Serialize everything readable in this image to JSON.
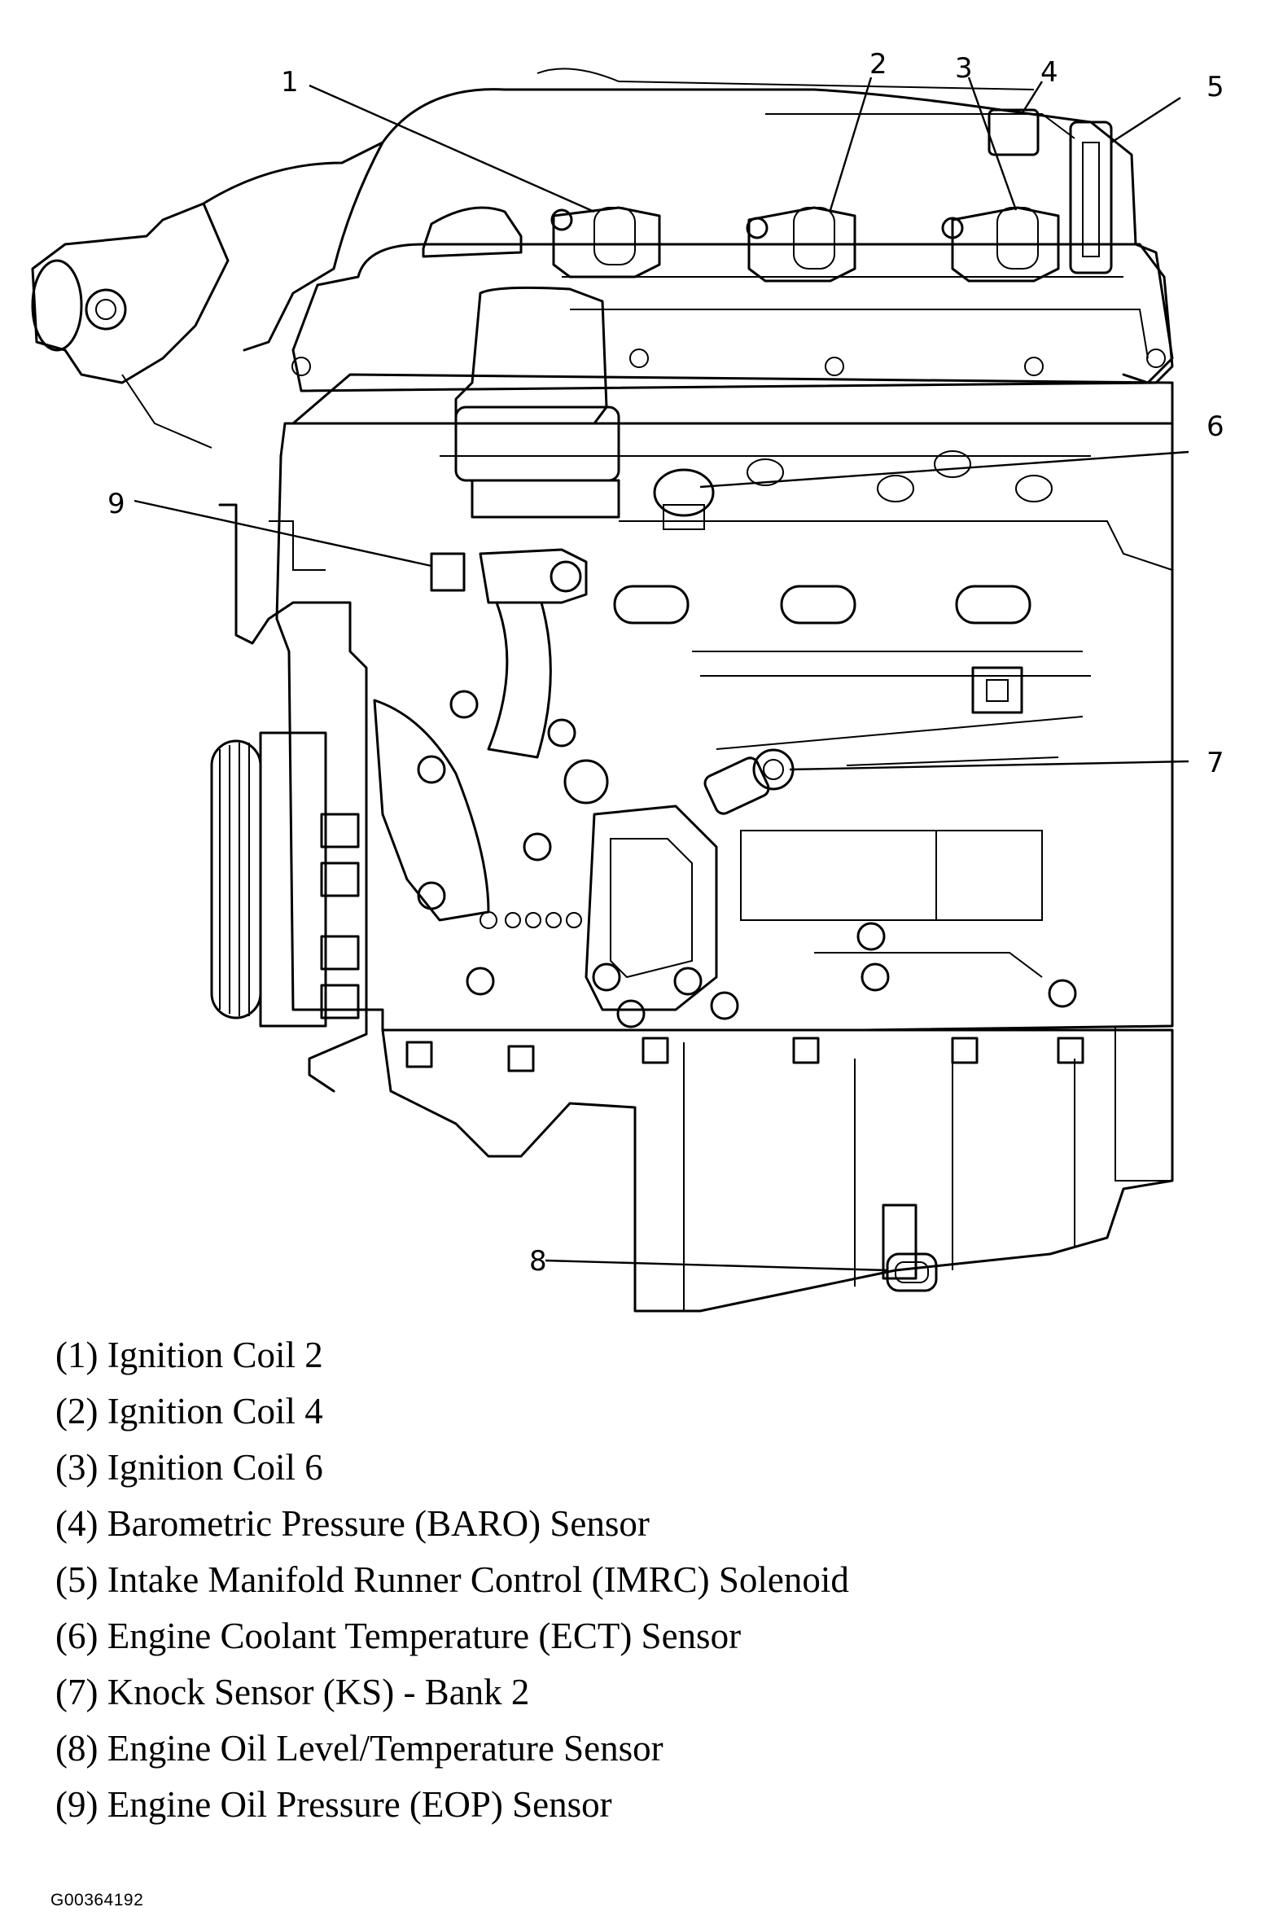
{
  "callouts": [
    "1",
    "2",
    "3",
    "4",
    "5",
    "6",
    "7",
    "8",
    "9"
  ],
  "legend": [
    {
      "num": "(1)",
      "text": "Ignition Coil 2"
    },
    {
      "num": "(2)",
      "text": "Ignition Coil 4"
    },
    {
      "num": "(3)",
      "text": "Ignition Coil 6"
    },
    {
      "num": "(4)",
      "text": "Barometric Pressure (BARO) Sensor"
    },
    {
      "num": "(5)",
      "text": "Intake Manifold Runner Control (IMRC) Solenoid"
    },
    {
      "num": "(6)",
      "text": "Engine Coolant Temperature (ECT) Sensor"
    },
    {
      "num": "(7)",
      "text": "Knock Sensor (KS) - Bank 2"
    },
    {
      "num": "(8)",
      "text": "Engine Oil Level/Temperature Sensor"
    },
    {
      "num": "(9)",
      "text": "Engine Oil Pressure (EOP) Sensor"
    }
  ],
  "figure_id": "G00364192"
}
